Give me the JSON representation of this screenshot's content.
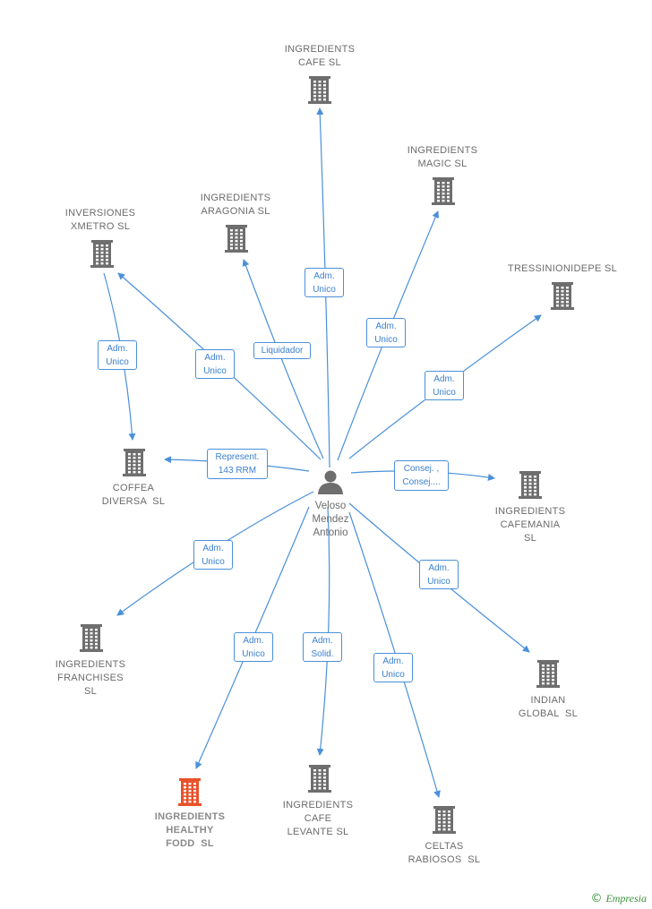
{
  "center": {
    "name": "Veloso Mendez Antonio",
    "icon": "person-icon"
  },
  "companies": [
    {
      "id": "ingredients_cafe",
      "name": "INGREDIENTS CAFE SL",
      "lines": [
        "INGREDIENTS",
        "CAFE SL"
      ],
      "icon": "building-icon"
    },
    {
      "id": "ingredients_magic",
      "name": "INGREDIENTS MAGIC SL",
      "lines": [
        "INGREDIENTS",
        "MAGIC SL"
      ],
      "icon": "building-icon"
    },
    {
      "id": "tressinionidepe",
      "name": "TRESSINIONIDEPE SL",
      "lines": [
        "TRESSINIONIDEPE SL"
      ],
      "icon": "building-icon"
    },
    {
      "id": "inversiones_xmetro",
      "name": "INVERSIONES XMETRO SL",
      "lines": [
        "INVERSIONES",
        "XMETRO SL"
      ],
      "icon": "building-icon"
    },
    {
      "id": "ingredients_aragonia",
      "name": "INGREDIENTS ARAGONIA SL",
      "lines": [
        "INGREDIENTS",
        "ARAGONIA SL"
      ],
      "icon": "building-icon"
    },
    {
      "id": "coffea_diversa",
      "name": "COFFEA DIVERSA SL",
      "lines": [
        "COFFEA",
        "DIVERSA  SL"
      ],
      "icon": "building-icon"
    },
    {
      "id": "ingredients_cafemania",
      "name": "INGREDIENTS CAFEMANIA SL",
      "lines": [
        "INGREDIENTS",
        "CAFEMANIA",
        "SL"
      ],
      "icon": "building-icon"
    },
    {
      "id": "ingredients_franchises",
      "name": "INGREDIENTS FRANCHISES SL",
      "lines": [
        "INGREDIENTS",
        "FRANCHISES",
        "SL"
      ],
      "icon": "building-icon"
    },
    {
      "id": "indian_global",
      "name": "INDIAN GLOBAL SL",
      "lines": [
        "INDIAN",
        "GLOBAL  SL"
      ],
      "icon": "building-icon"
    },
    {
      "id": "ingredients_healthy_fodd",
      "name": "INGREDIENTS HEALTHY FODD SL",
      "lines": [
        "INGREDIENTS",
        "HEALTHY",
        "FODD  SL"
      ],
      "icon": "building-icon",
      "highlight": true
    },
    {
      "id": "ingredients_cafe_levante",
      "name": "INGREDIENTS CAFE LEVANTE SL",
      "lines": [
        "INGREDIENTS",
        "CAFE",
        "LEVANTE SL"
      ],
      "icon": "building-icon"
    },
    {
      "id": "celtas_rabiosos",
      "name": "CELTAS RABIOSOS SL",
      "lines": [
        "CELTAS",
        "RABIOSOS  SL"
      ],
      "icon": "building-icon"
    }
  ],
  "edges": [
    {
      "from": "veloso",
      "to": "ingredients_cafe",
      "lines": [
        "Adm.",
        "Unico"
      ]
    },
    {
      "from": "veloso",
      "to": "ingredients_magic",
      "lines": [
        "Adm.",
        "Unico"
      ]
    },
    {
      "from": "veloso",
      "to": "tressinionidepe",
      "lines": [
        "Adm.",
        "Unico"
      ]
    },
    {
      "from": "veloso",
      "to": "inversiones_xmetro",
      "lines": [
        "Adm.",
        "Unico"
      ]
    },
    {
      "from": "veloso",
      "to": "ingredients_aragonia",
      "lines": [
        "Liquidador"
      ]
    },
    {
      "from": "veloso",
      "to": "coffea_diversa",
      "lines": [
        "Represent.",
        "143 RRM"
      ]
    },
    {
      "from": "inversiones_xmetro",
      "to": "coffea_diversa",
      "lines": [
        "Adm.",
        "Unico"
      ]
    },
    {
      "from": "veloso",
      "to": "ingredients_cafemania",
      "lines": [
        "Consej. ,",
        "Consej...."
      ]
    },
    {
      "from": "veloso",
      "to": "ingredients_franchises",
      "lines": [
        "Adm.",
        "Unico"
      ]
    },
    {
      "from": "veloso",
      "to": "indian_global",
      "lines": [
        "Adm.",
        "Unico"
      ]
    },
    {
      "from": "veloso",
      "to": "ingredients_healthy_fodd",
      "lines": [
        "Adm.",
        "Unico"
      ]
    },
    {
      "from": "veloso",
      "to": "ingredients_cafe_levante",
      "lines": [
        "Adm.",
        "Solid."
      ]
    },
    {
      "from": "veloso",
      "to": "celtas_rabiosos",
      "lines": [
        "Adm.",
        "Unico"
      ]
    }
  ],
  "colors": {
    "edge": "#4a90d9",
    "building": "#6e6e6e",
    "building_highlight": "#e8522b",
    "person": "#6e6e6e"
  },
  "watermark": {
    "symbol": "©",
    "text": "Empresia"
  }
}
